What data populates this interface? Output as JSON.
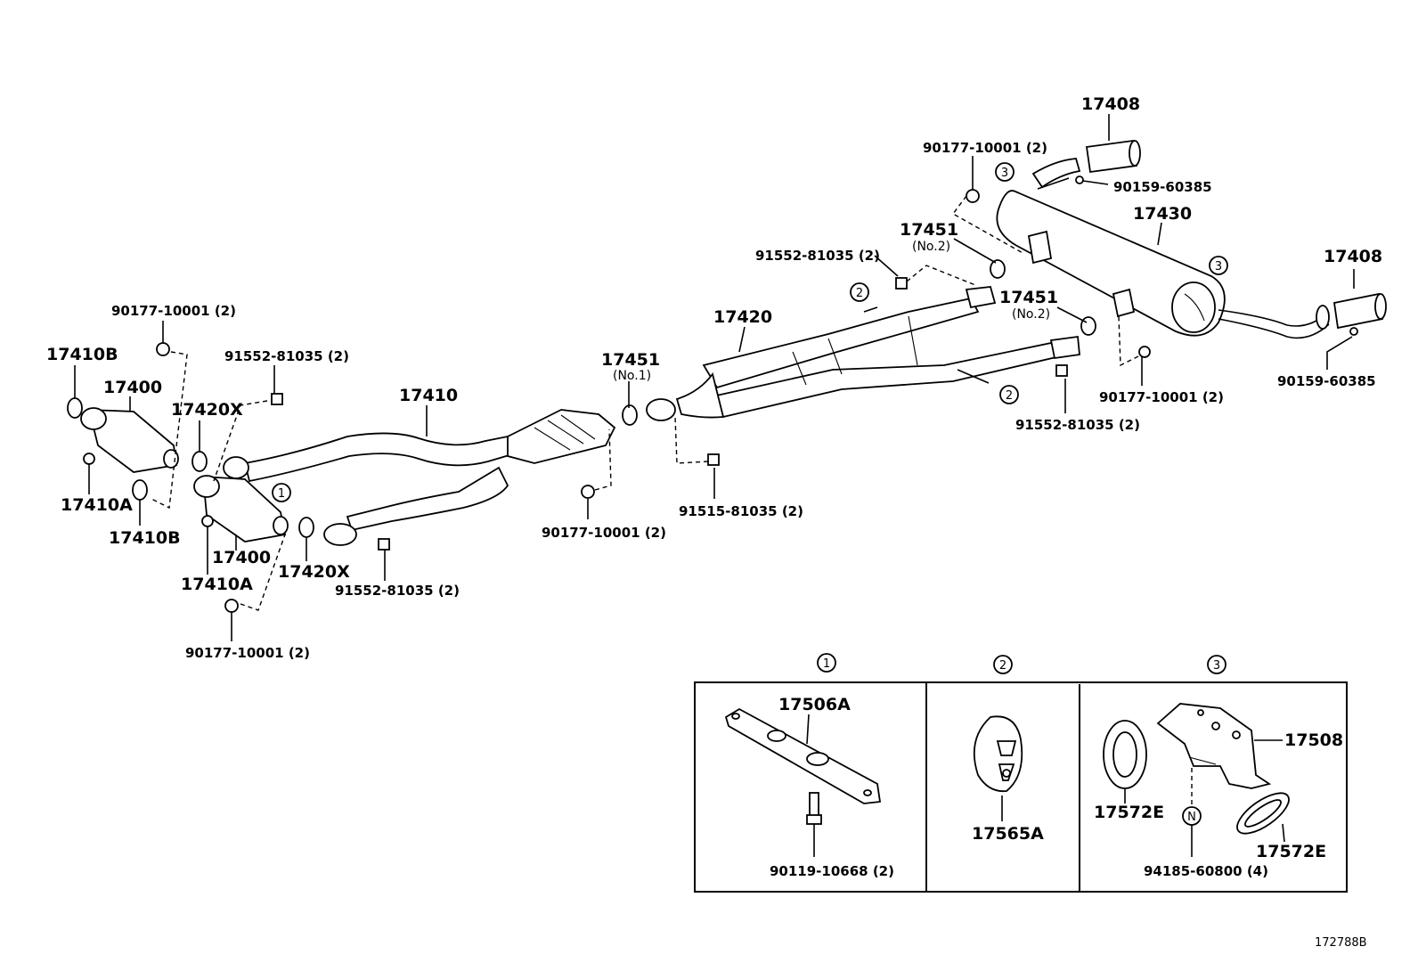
{
  "labels": {
    "p17408_top": "17408",
    "p17408_right": "17408",
    "p90177_top": "90177-10001 (2)",
    "p90159_top": "90159-60385",
    "p90159_right": "90159-60385",
    "p17430": "17430",
    "p17451_a": "17451",
    "p17451_a_no": "(No.2)",
    "p17451_b": "17451",
    "p17451_b_no": "(No.2)",
    "p17451_c": "17451",
    "p17451_c_no": "(No.1)",
    "p91552_top": "91552-81035 (2)",
    "p91552_right": "91552-81035 (2)",
    "p91552_mid": "91552-81035 (2)",
    "p91552_bot": "91552-81035 (2)",
    "p17420": "17420",
    "p90177_right": "90177-10001 (2)",
    "p90177_left": "90177-10001 (2)",
    "p90177_mid": "90177-10001 (2)",
    "p90177_bot": "90177-10001 (2)",
    "p17410": "17410",
    "p17410B_a": "17410B",
    "p17410B_b": "17410B",
    "p17410A_a": "17410A",
    "p17410A_b": "17410A",
    "p17400_a": "17400",
    "p17400_b": "17400",
    "p17420X_a": "17420X",
    "p17420X_b": "17420X",
    "p91515": "91515-81035 (2)",
    "p17506A": "17506A",
    "p90119": "90119-10668 (2)",
    "p17565A": "17565A",
    "p17508": "17508",
    "p17572E_a": "17572E",
    "p17572E_b": "17572E",
    "p94185": "94185-60800 (4)",
    "callout_1": "1",
    "callout_2": "2",
    "callout_3": "3",
    "callout_n": "N",
    "diagram_id": "172788B"
  }
}
